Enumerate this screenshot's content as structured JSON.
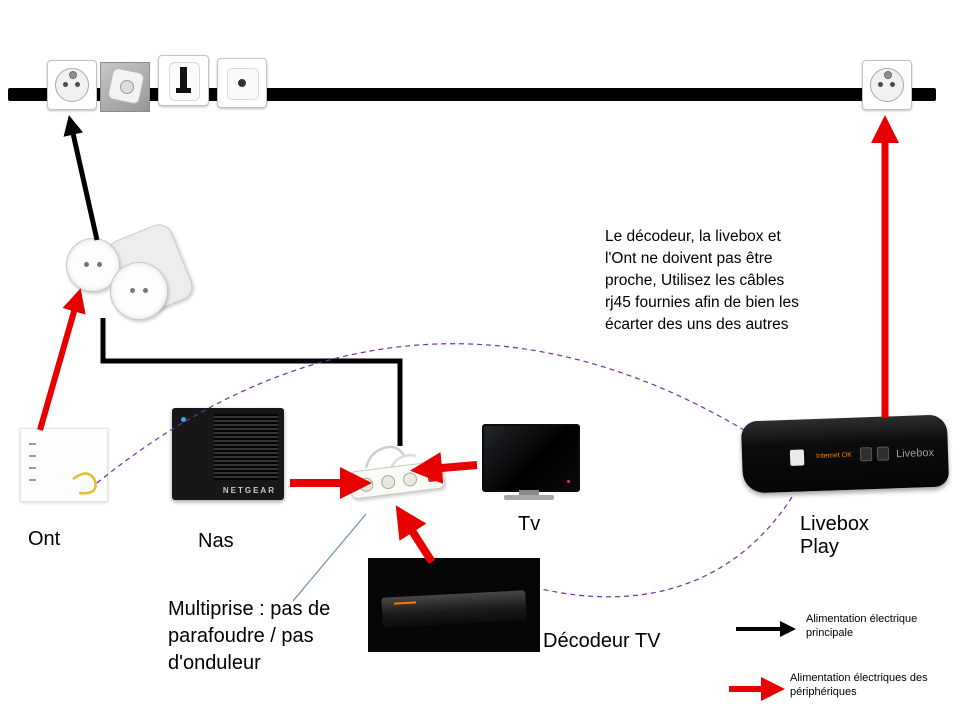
{
  "labels": {
    "ont": "Ont",
    "nas": "Nas",
    "tv": "Tv",
    "livebox": "Livebox Play",
    "decodeur": "Décodeur TV",
    "multiprise_note": "Multiprise : pas de parafoudre / pas d'onduleur",
    "warning": "Le décodeur, la livebox et l'Ont ne doivent pas être proche, Utilisez les câbles rj45 fournies afin de bien les écarter des uns des autres"
  },
  "legend": {
    "main": "Alimentation électrique principale",
    "peripherals": "Alimentation électriques des périphériques"
  },
  "devices": {
    "nas_brand": "NETGEAR",
    "livebox_brand": "Livebox",
    "livebox_status": "Internet OK"
  },
  "colors": {
    "power_main": "#000000",
    "power_peripheral": "#e60000",
    "dashed_link": "#7030a0",
    "callout_line": "#6b8cba"
  }
}
